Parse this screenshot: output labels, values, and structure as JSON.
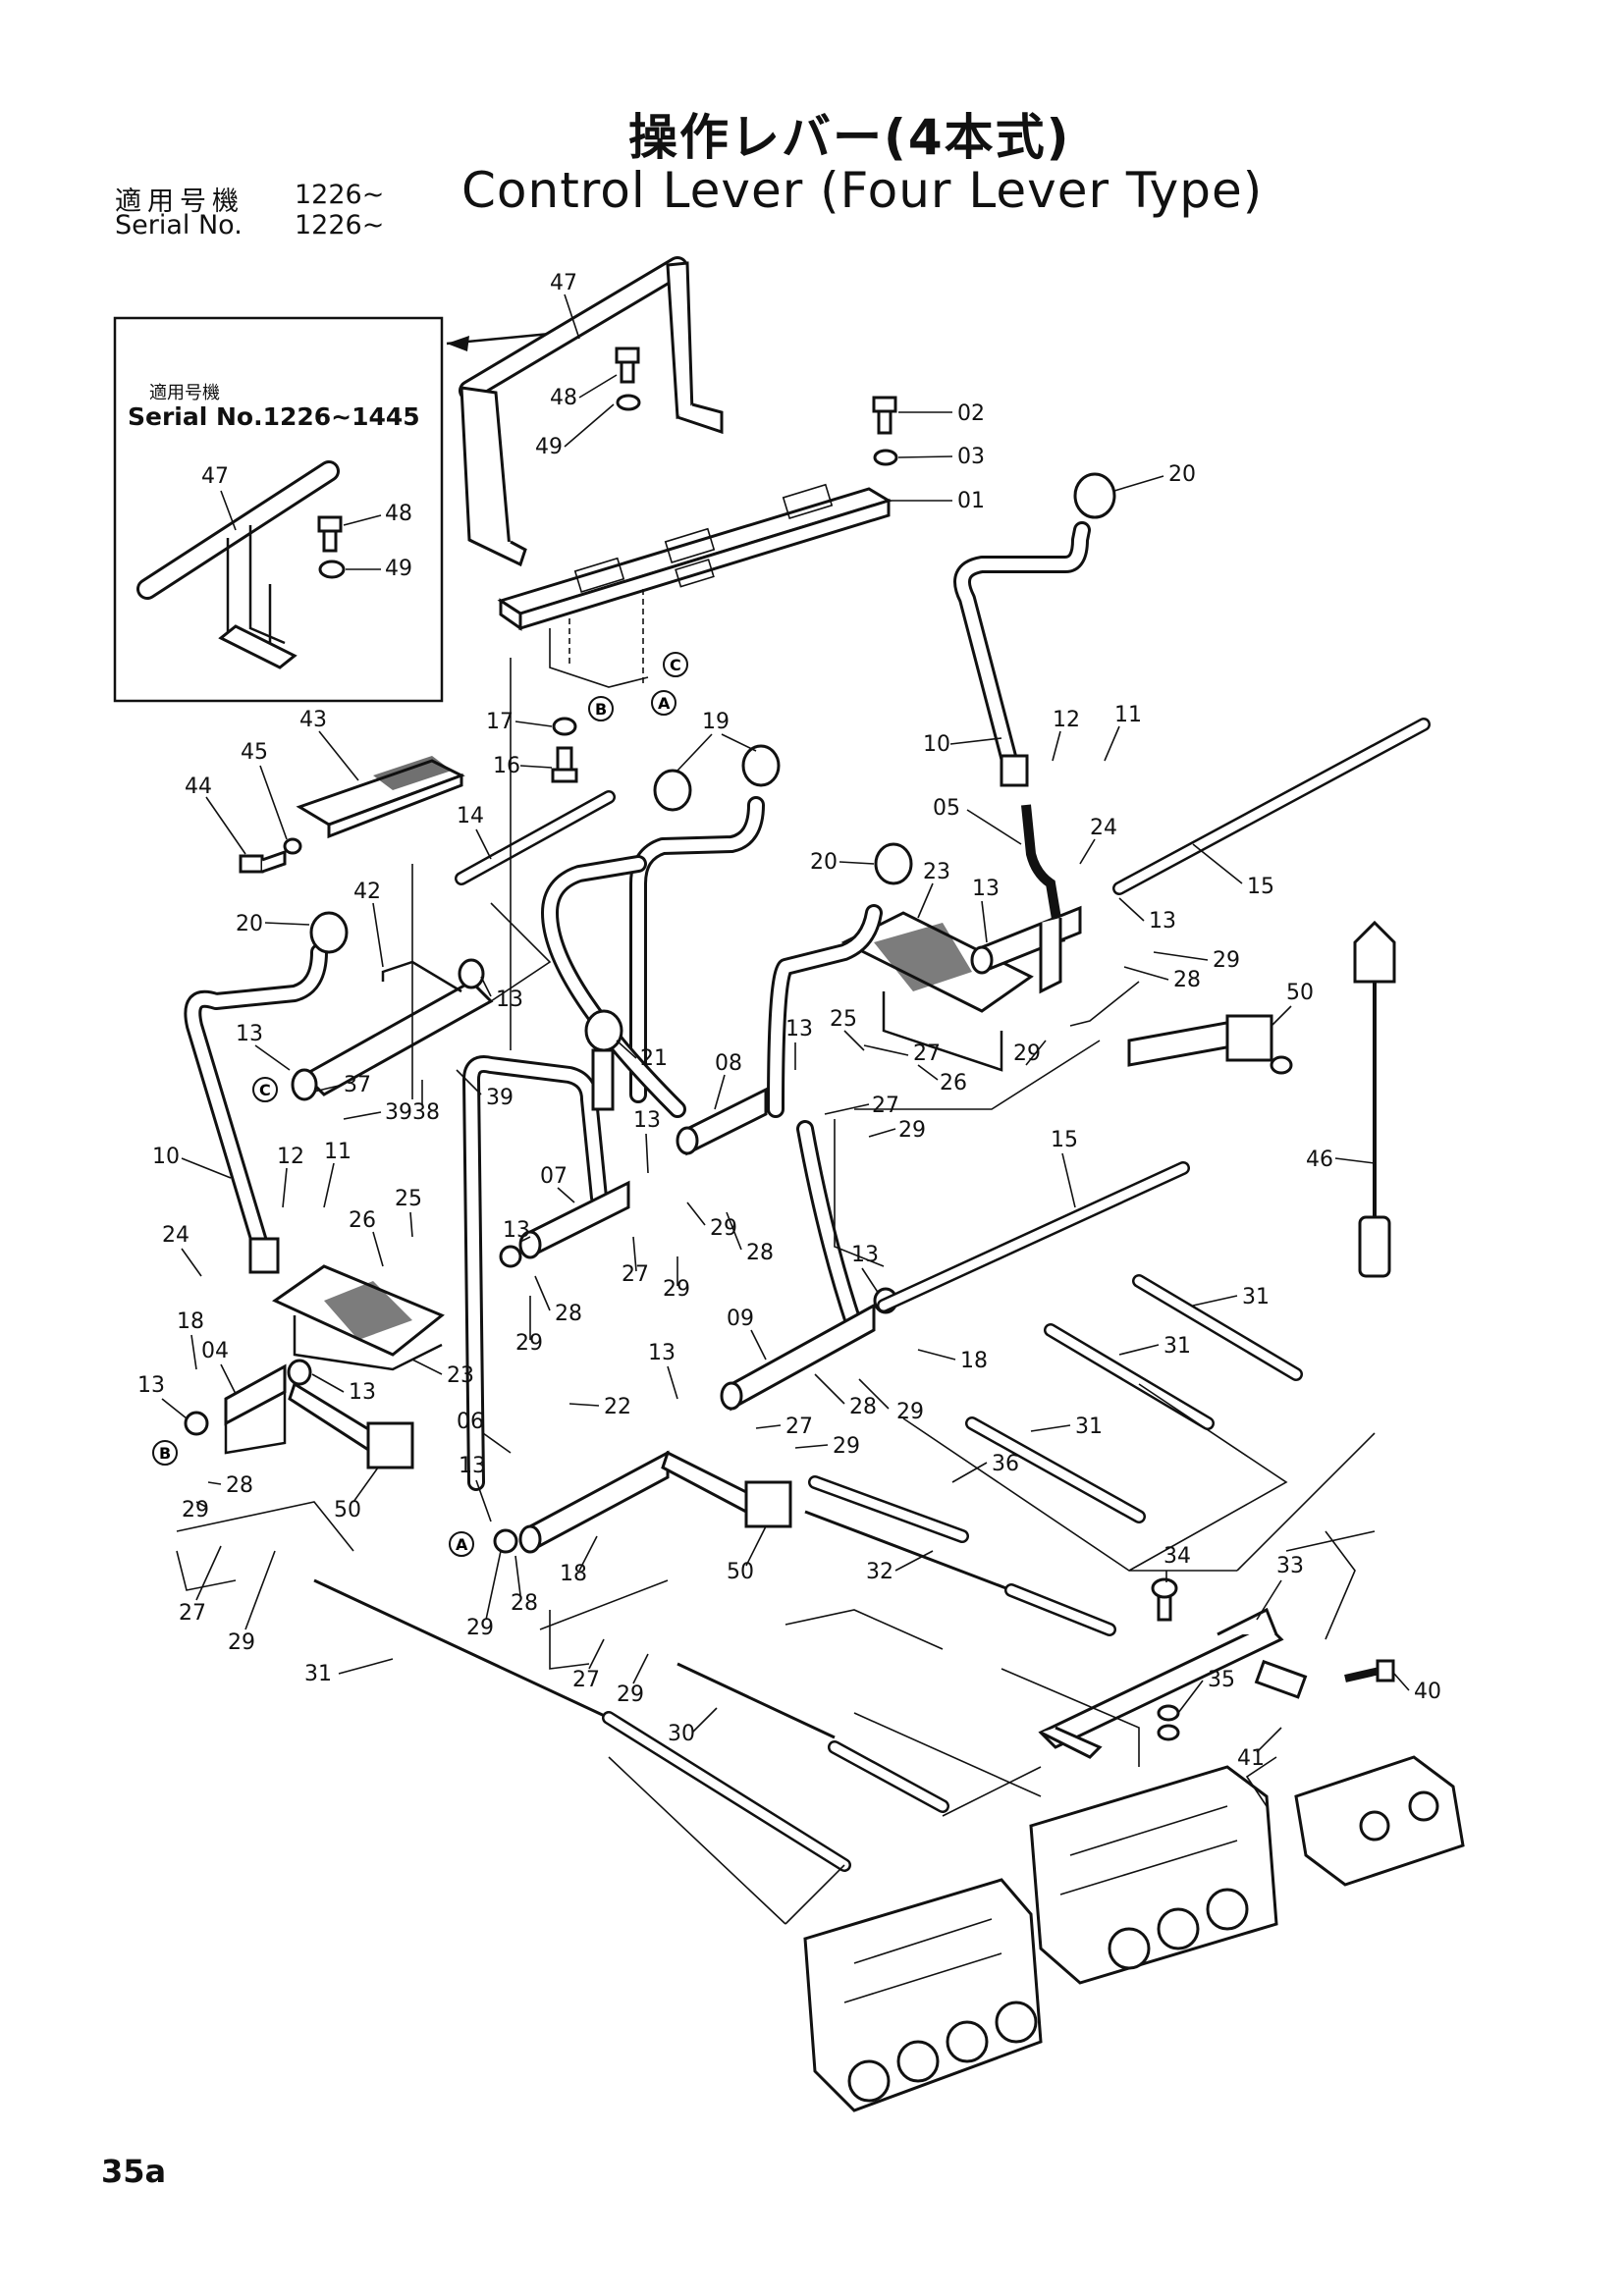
{
  "title": {
    "japanese": "操作レバー(4本式)",
    "english": "Control Lever (Four Lever Type)"
  },
  "serial": {
    "japanese_label": "適用号機",
    "japanese_value": "1226~",
    "english_label": "Serial No.",
    "english_value": "1226~"
  },
  "inset": {
    "japanese_label": "適用号機",
    "serial_text": "Serial No.1226~1445"
  },
  "page_number": "35a",
  "callouts": [
    {
      "id": "47",
      "label": "47"
    },
    {
      "id": "48",
      "label": "48"
    },
    {
      "id": "49",
      "label": "49"
    },
    {
      "id": "47i",
      "label": "47"
    },
    {
      "id": "48i",
      "label": "48"
    },
    {
      "id": "49i",
      "label": "49"
    },
    {
      "id": "02",
      "label": "02"
    },
    {
      "id": "03",
      "label": "03"
    },
    {
      "id": "01",
      "label": "01"
    },
    {
      "id": "20a",
      "label": "20"
    },
    {
      "id": "17",
      "label": "17"
    },
    {
      "id": "16",
      "label": "16"
    },
    {
      "id": "19",
      "label": "19"
    },
    {
      "id": "10a",
      "label": "10"
    },
    {
      "id": "12a",
      "label": "12"
    },
    {
      "id": "11a",
      "label": "11"
    },
    {
      "id": "43",
      "label": "43"
    },
    {
      "id": "45",
      "label": "45"
    },
    {
      "id": "44",
      "label": "44"
    },
    {
      "id": "14",
      "label": "14"
    },
    {
      "id": "05",
      "label": "05"
    },
    {
      "id": "24a",
      "label": "24"
    },
    {
      "id": "15a",
      "label": "15"
    },
    {
      "id": "20b",
      "label": "20"
    },
    {
      "id": "23a",
      "label": "23"
    },
    {
      "id": "13a",
      "label": "13"
    },
    {
      "id": "13b",
      "label": "13"
    },
    {
      "id": "29a",
      "label": "29"
    },
    {
      "id": "28a",
      "label": "28"
    },
    {
      "id": "42",
      "label": "42"
    },
    {
      "id": "20c",
      "label": "20"
    },
    {
      "id": "13c",
      "label": "13"
    },
    {
      "id": "50a",
      "label": "50"
    },
    {
      "id": "25a",
      "label": "25"
    },
    {
      "id": "21",
      "label": "21"
    },
    {
      "id": "08",
      "label": "08"
    },
    {
      "id": "13d",
      "label": "13"
    },
    {
      "id": "27a",
      "label": "27"
    },
    {
      "id": "29b",
      "label": "29"
    },
    {
      "id": "26a",
      "label": "26"
    },
    {
      "id": "13e",
      "label": "13"
    },
    {
      "id": "37",
      "label": "37"
    },
    {
      "id": "39a",
      "label": "39"
    },
    {
      "id": "38",
      "label": "38"
    },
    {
      "id": "39b",
      "label": "39"
    },
    {
      "id": "27b",
      "label": "27"
    },
    {
      "id": "29c",
      "label": "29"
    },
    {
      "id": "46",
      "label": "46"
    },
    {
      "id": "10b",
      "label": "10"
    },
    {
      "id": "12b",
      "label": "12"
    },
    {
      "id": "11b",
      "label": "11"
    },
    {
      "id": "13f",
      "label": "13"
    },
    {
      "id": "15b",
      "label": "15"
    },
    {
      "id": "13g",
      "label": "13"
    },
    {
      "id": "07",
      "label": "07"
    },
    {
      "id": "29d",
      "label": "29"
    },
    {
      "id": "28b",
      "label": "28"
    },
    {
      "id": "24b",
      "label": "24"
    },
    {
      "id": "26b",
      "label": "26"
    },
    {
      "id": "25b",
      "label": "25"
    },
    {
      "id": "27c",
      "label": "27"
    },
    {
      "id": "29e",
      "label": "29"
    },
    {
      "id": "28c",
      "label": "28"
    },
    {
      "id": "31a",
      "label": "31"
    },
    {
      "id": "29f",
      "label": "29"
    },
    {
      "id": "13h",
      "label": "13"
    },
    {
      "id": "18a",
      "label": "18"
    },
    {
      "id": "04",
      "label": "04"
    },
    {
      "id": "13i",
      "label": "13"
    },
    {
      "id": "13j",
      "label": "13"
    },
    {
      "id": "23b",
      "label": "23"
    },
    {
      "id": "09",
      "label": "09"
    },
    {
      "id": "18b",
      "label": "18"
    },
    {
      "id": "31b",
      "label": "31"
    },
    {
      "id": "13k",
      "label": "13"
    },
    {
      "id": "28d",
      "label": "28"
    },
    {
      "id": "29g",
      "label": "29"
    },
    {
      "id": "22",
      "label": "22"
    },
    {
      "id": "06",
      "label": "06"
    },
    {
      "id": "27d",
      "label": "27"
    },
    {
      "id": "29h",
      "label": "29"
    },
    {
      "id": "31c",
      "label": "31"
    },
    {
      "id": "28e",
      "label": "28"
    },
    {
      "id": "29i",
      "label": "29"
    },
    {
      "id": "50b",
      "label": "50"
    },
    {
      "id": "13l",
      "label": "13"
    },
    {
      "id": "36",
      "label": "36"
    },
    {
      "id": "50c",
      "label": "50"
    },
    {
      "id": "18c",
      "label": "18"
    },
    {
      "id": "32",
      "label": "32"
    },
    {
      "id": "34",
      "label": "34"
    },
    {
      "id": "33",
      "label": "33"
    },
    {
      "id": "27e",
      "label": "27"
    },
    {
      "id": "29j",
      "label": "29"
    },
    {
      "id": "29k",
      "label": "29"
    },
    {
      "id": "28f",
      "label": "28"
    },
    {
      "id": "31d",
      "label": "31"
    },
    {
      "id": "27f",
      "label": "27"
    },
    {
      "id": "29l",
      "label": "29"
    },
    {
      "id": "30",
      "label": "30"
    },
    {
      "id": "35",
      "label": "35"
    },
    {
      "id": "40",
      "label": "40"
    },
    {
      "id": "41",
      "label": "41"
    }
  ],
  "reference_markers": [
    {
      "id": "B1",
      "label": "B"
    },
    {
      "id": "A1",
      "label": "A"
    },
    {
      "id": "C1",
      "label": "C"
    },
    {
      "id": "C2",
      "label": "C"
    },
    {
      "id": "B2",
      "label": "B"
    },
    {
      "id": "A2",
      "label": "A"
    }
  ]
}
